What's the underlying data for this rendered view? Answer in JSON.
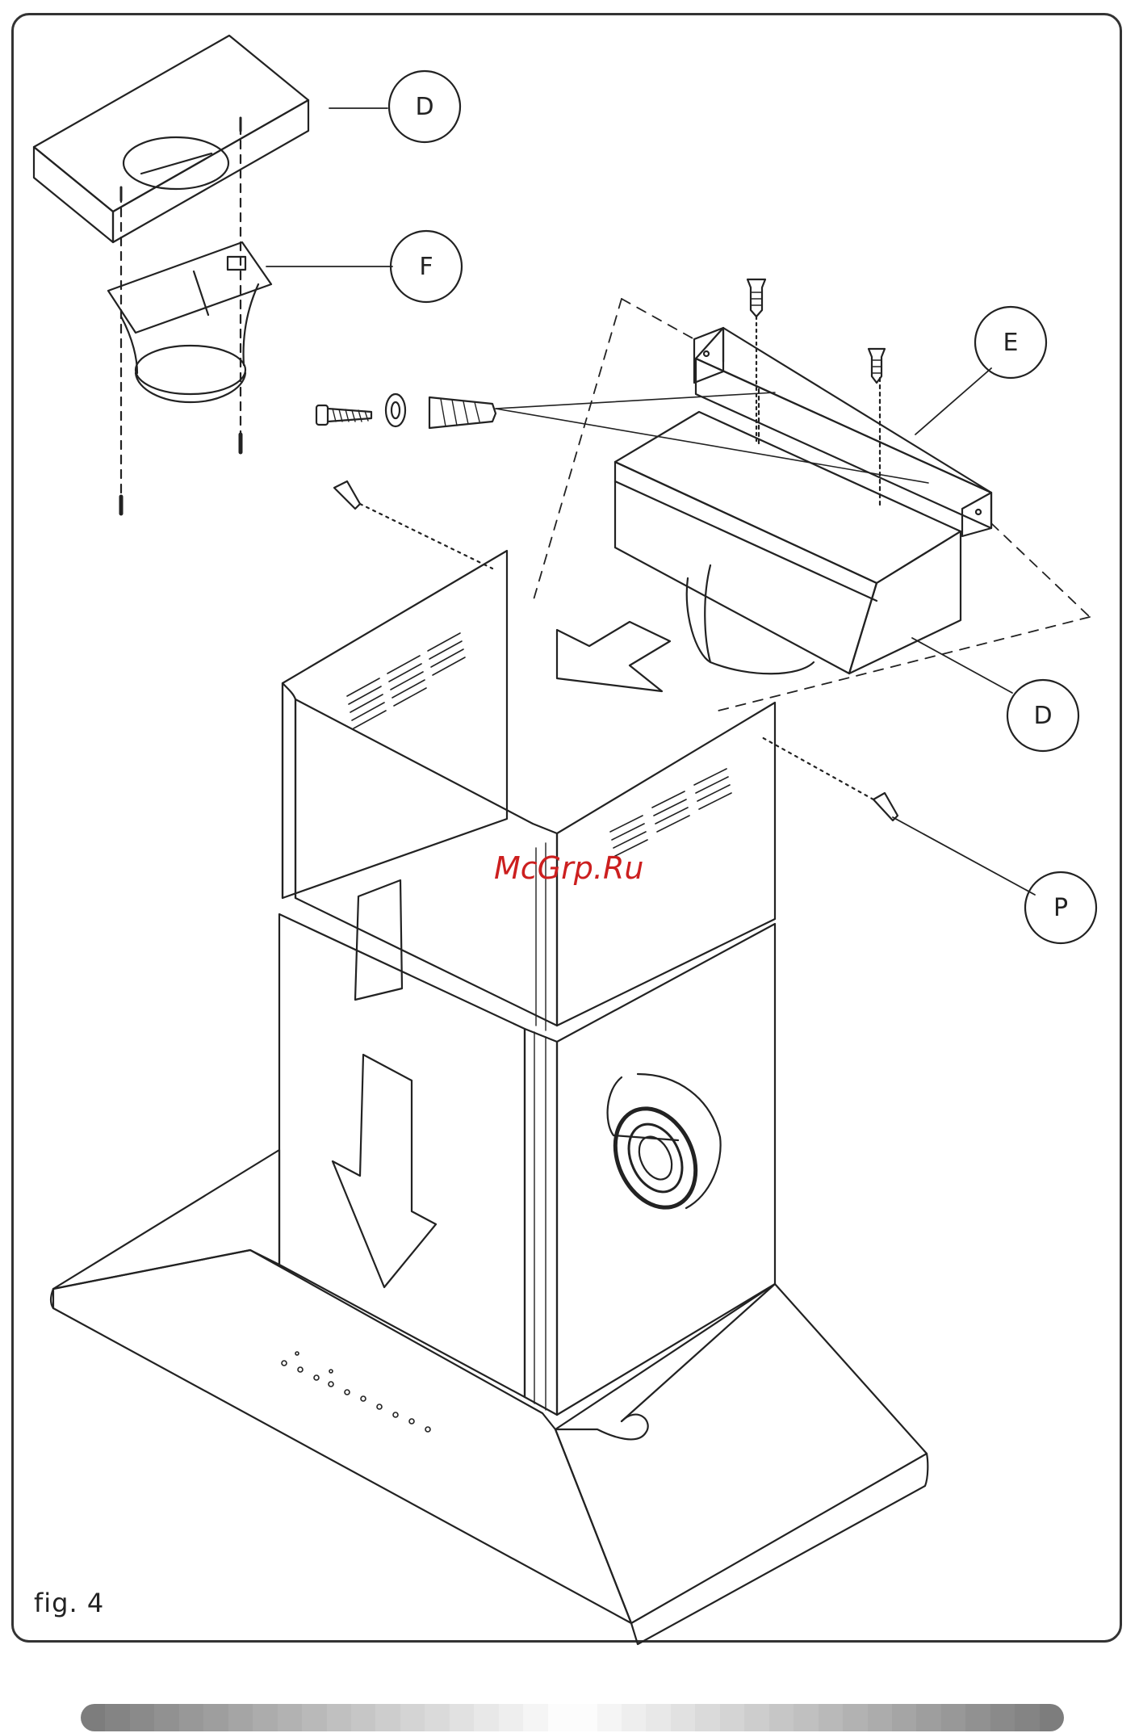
{
  "figure": {
    "caption": "fig. 4"
  },
  "callouts": {
    "D_top": "D",
    "F": "F",
    "E": "E",
    "D_right": "D",
    "P": "P"
  },
  "watermark": "McGrp.Ru",
  "colors": {
    "line": "#222222",
    "watermark": "#cc1f1f",
    "frame": "#333333"
  }
}
